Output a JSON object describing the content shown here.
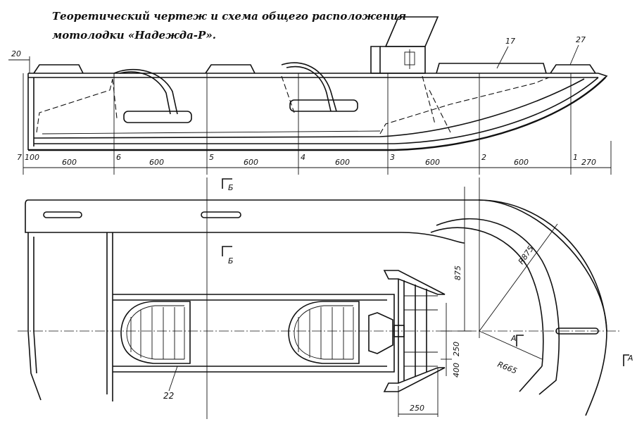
{
  "caption": {
    "line1": "Теоретический чертеж и схема общего расположения",
    "line2": "мотолодки «Надежда-Р»."
  },
  "callouts": {
    "c20": "20",
    "c17": "17",
    "c27": "27",
    "c22": "22"
  },
  "stations": [
    "7",
    "6",
    "5",
    "4",
    "3",
    "2",
    "1"
  ],
  "dimensions": {
    "d100": "100",
    "spacings": [
      "600",
      "600",
      "600",
      "600",
      "600",
      "600"
    ],
    "d270": "270",
    "d875_vertical": "875",
    "r875": "R875",
    "r665": "R665",
    "d250_vertical": "250",
    "d400_vertical": "400",
    "d250_bottom": "250"
  },
  "sections": {
    "b": "Б",
    "a": "А"
  }
}
